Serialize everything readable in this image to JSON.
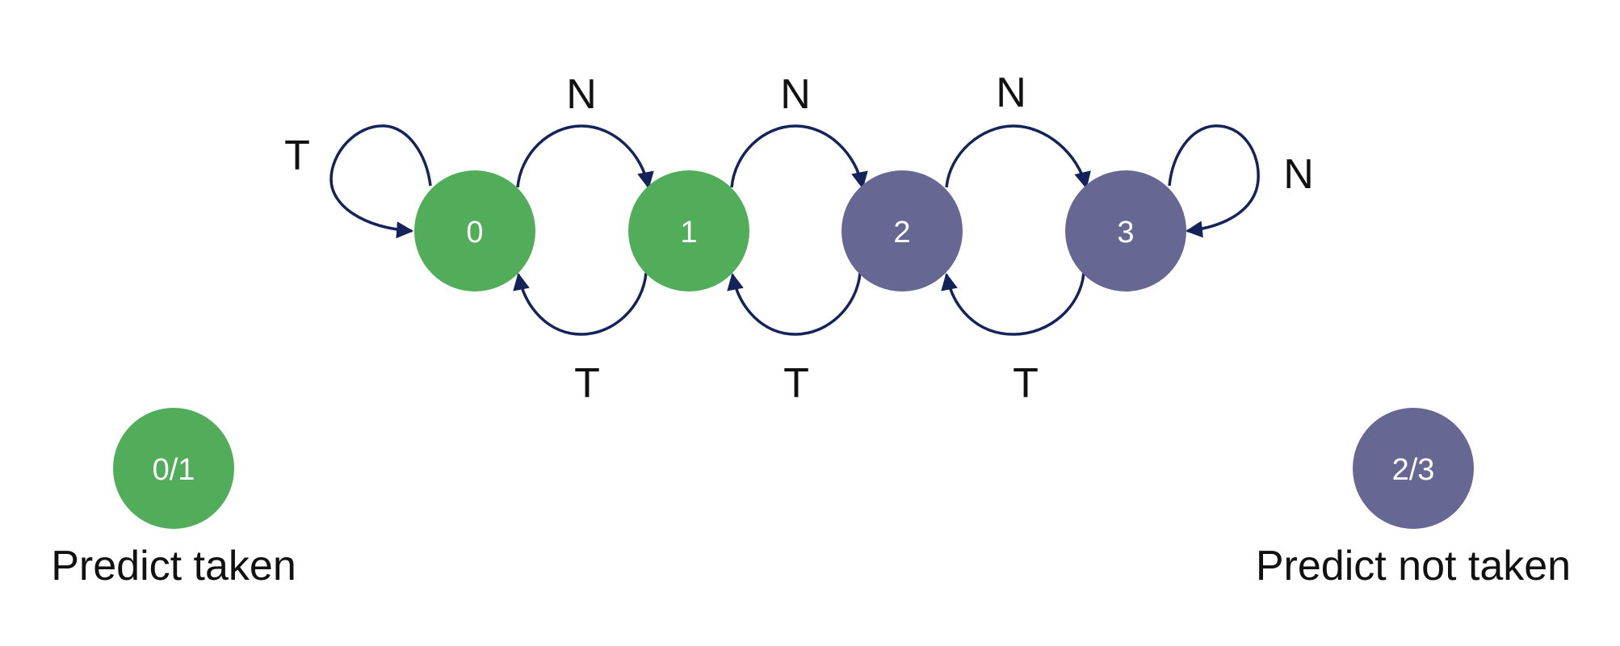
{
  "colors": {
    "taken": "#52ad5a",
    "not_taken": "#676794",
    "edge": "#14245a",
    "text": "#111111"
  },
  "states": [
    {
      "id": "0",
      "label": "0",
      "group": "taken"
    },
    {
      "id": "1",
      "label": "1",
      "group": "taken"
    },
    {
      "id": "2",
      "label": "2",
      "group": "not_taken"
    },
    {
      "id": "3",
      "label": "3",
      "group": "not_taken"
    }
  ],
  "transitions": [
    {
      "from": "0",
      "to": "0",
      "label": "T"
    },
    {
      "from": "0",
      "to": "1",
      "label": "N"
    },
    {
      "from": "1",
      "to": "2",
      "label": "N"
    },
    {
      "from": "2",
      "to": "3",
      "label": "N"
    },
    {
      "from": "3",
      "to": "3",
      "label": "N"
    },
    {
      "from": "1",
      "to": "0",
      "label": "T"
    },
    {
      "from": "2",
      "to": "1",
      "label": "T"
    },
    {
      "from": "3",
      "to": "2",
      "label": "T"
    }
  ],
  "legend": [
    {
      "label": "0/1",
      "caption": "Predict taken",
      "group": "taken"
    },
    {
      "label": "2/3",
      "caption": "Predict not taken",
      "group": "not_taken"
    }
  ]
}
